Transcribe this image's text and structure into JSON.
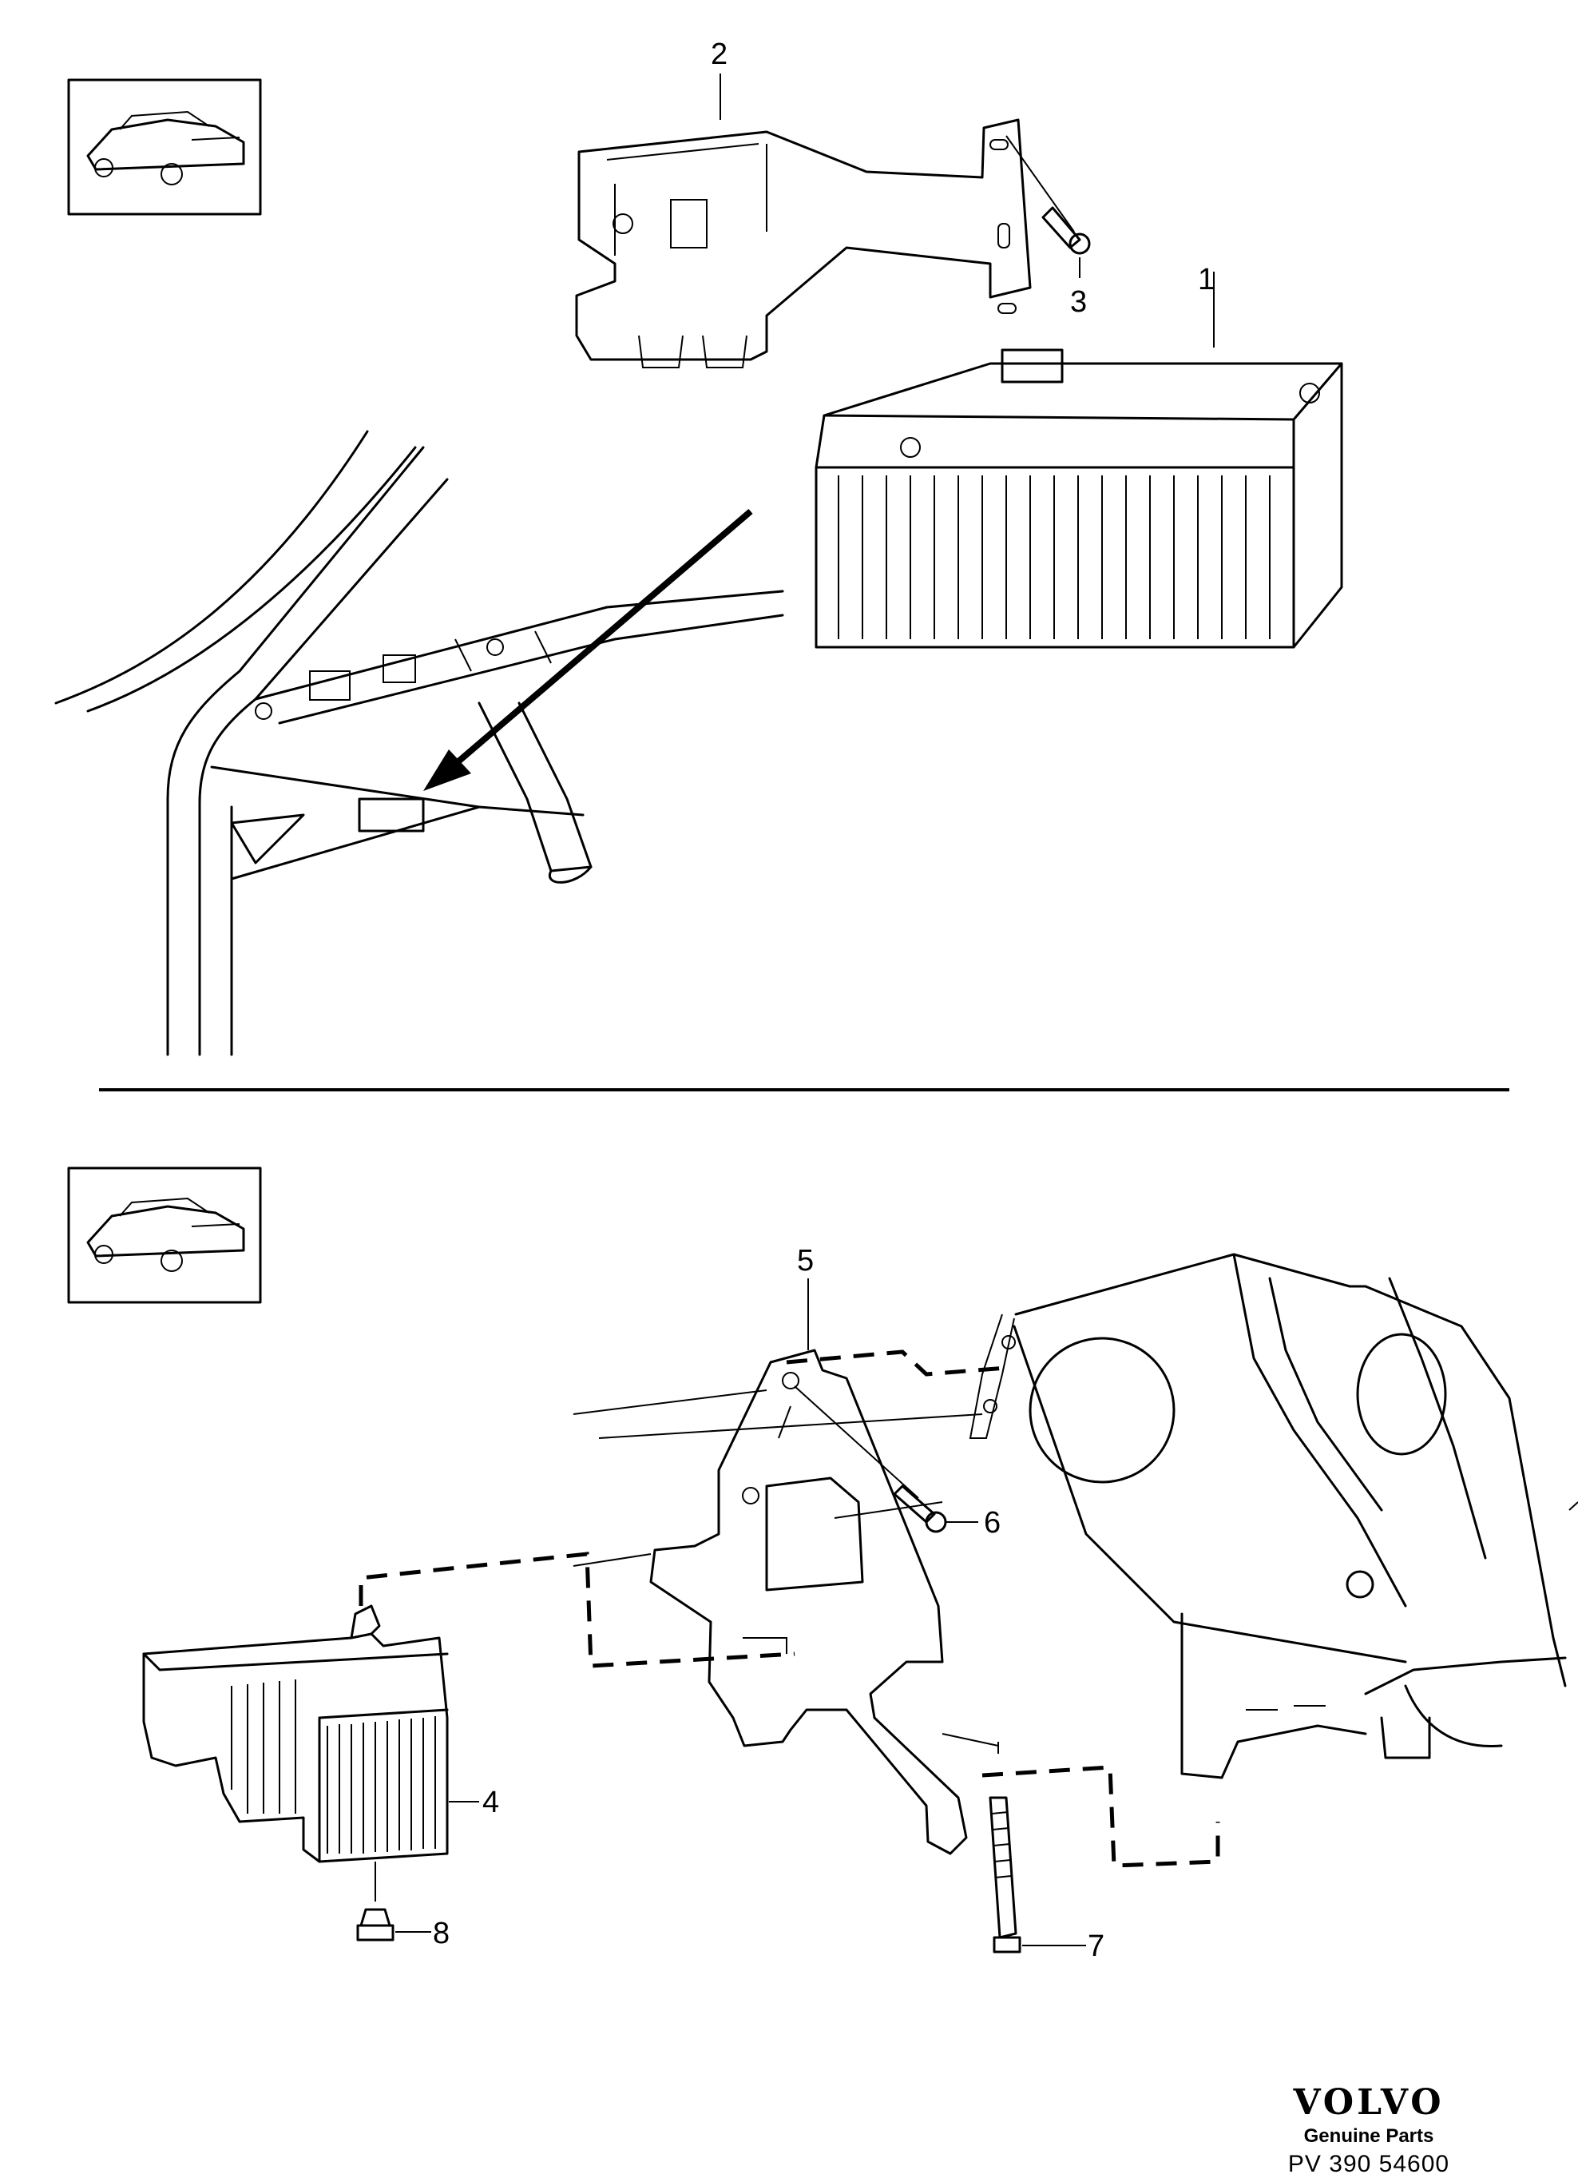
{
  "top_section": {
    "callouts": [
      "1",
      "2",
      "3"
    ]
  },
  "bottom_section": {
    "callouts": [
      "4",
      "5",
      "6",
      "7",
      "8"
    ]
  },
  "brand": {
    "logo": "VOLVO",
    "tagline": "Genuine Parts",
    "code": "PV 390 54600"
  }
}
